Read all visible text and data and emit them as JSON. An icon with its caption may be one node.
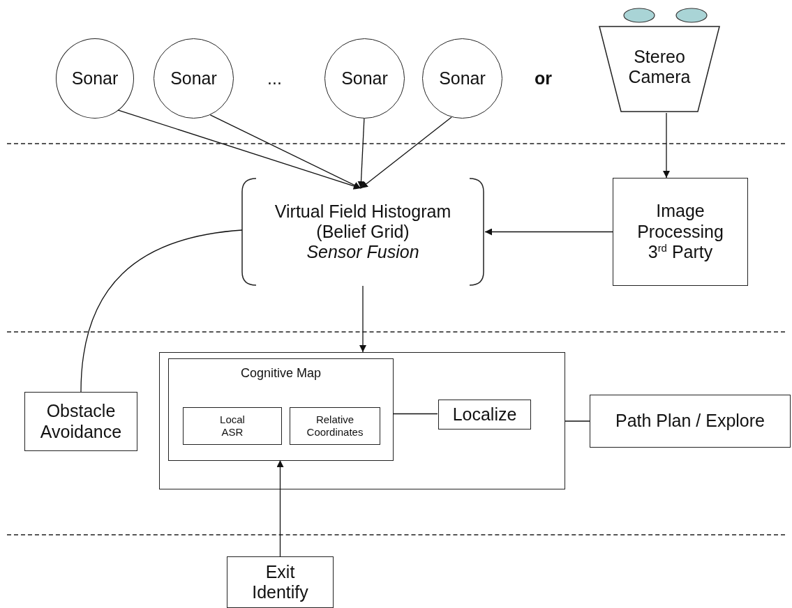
{
  "diagram": {
    "nodes": [
      {
        "text": [
          "Sonar"
        ]
      },
      {
        "text": [
          "Sonar"
        ]
      },
      {
        "text": [
          "Sonar"
        ]
      },
      {
        "text": [
          "Sonar"
        ]
      },
      {
        "text": [
          "Stereo Camera"
        ]
      },
      {
        "text": [
          "Virtual Field Histogram (Belief Grid)",
          "Sensor Fusion"
        ]
      },
      {
        "text": [
          "Image Processing 3$^{rd}$ Party"
        ]
      },
      {
        "text": [],
        "shape": "box"
      },
      {
        "text": [
          "Cognitive Map"
        ],
        "in": 7
      },
      {
        "text": [
          "Local ASR"
        ],
        "in": 8
      },
      {
        "text": [
          "Relative Coordinates"
        ],
        "in": 8
      },
      {
        "text": [
          "Localize"
        ],
        "in": 7
      },
      {
        "text": [
          "Obstacle Avoidance"
        ]
      },
      {
        "text": [
          "Path Plan / Explore"
        ]
      },
      {
        "text": [
          "Exit Identify"
        ]
      }
    ],
    "edges": [
      {
        "from": 0,
        "to": 5,
        "arrow": "to"
      },
      {
        "from": 1,
        "to": 5,
        "arrow": "to"
      },
      {
        "from": 2,
        "to": 5,
        "arrow": "to"
      },
      {
        "from": 3,
        "to": 5,
        "arrow": "to"
      },
      {
        "from": 4,
        "to": 6,
        "arrow": "to"
      },
      {
        "from": 6,
        "to": 5,
        "arrow": "to"
      },
      {
        "from": 5,
        "to": 7,
        "arrow": "to"
      },
      {
        "from": 5,
        "to": 12,
        "arrow": "none"
      },
      {
        "from": 8,
        "to": 11,
        "arrow": "none"
      },
      {
        "from": 7,
        "to": 13,
        "arrow": "none"
      },
      {
        "from": 14,
        "to": 8,
        "arrow": "to"
      }
    ],
    "labels": [
      "...",
      "or"
    ]
  }
}
